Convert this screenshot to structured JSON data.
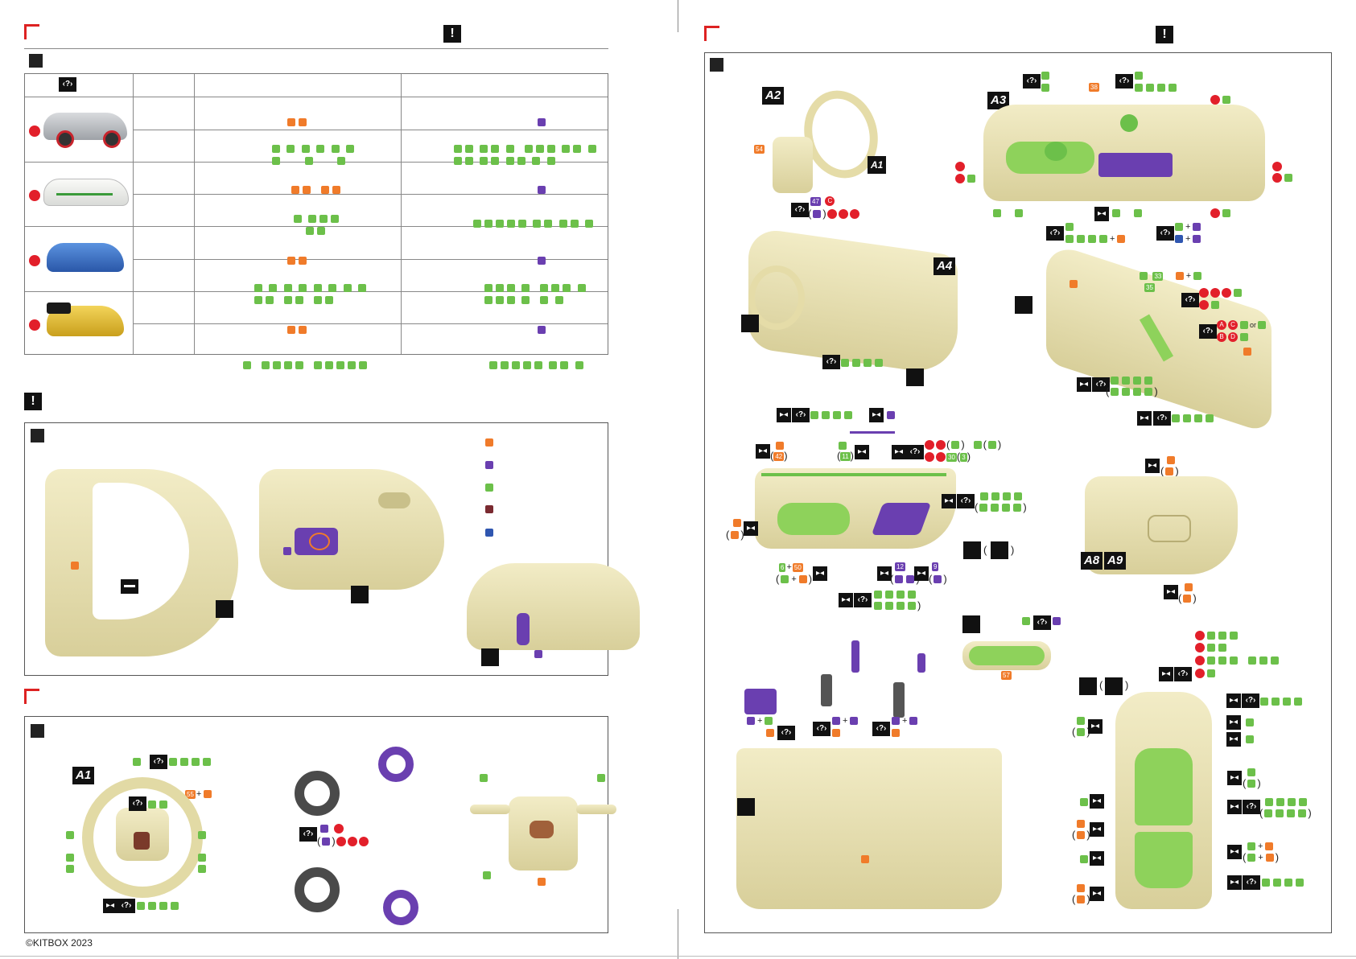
{
  "page": {
    "copyright": "©KITBOX 2023",
    "warn_glyph": "!",
    "query_glyph": "‹?›",
    "mirror_glyph": "▸◂",
    "or_text": "or",
    "plus": "+"
  },
  "colors": {
    "green": "#6cc04a",
    "orange": "#f07b2a",
    "purple": "#6a3fb0",
    "red": "#e21f2a",
    "maroon": "#7a2a30",
    "blue": "#2f56b0",
    "beige": "#e9e2b4"
  },
  "left": {
    "spec_table": {
      "cars": [
        {
          "name": "car-gray-red-wheels",
          "body": "#bfc2c6",
          "accent": "#c8242c"
        },
        {
          "name": "car-white-green",
          "body": "#f1f1ef",
          "accent": "#3a9a3a"
        },
        {
          "name": "car-blue",
          "body": "#3a72c8",
          "accent": "#1b2f66"
        },
        {
          "name": "car-yellow-black",
          "body": "#e9c435",
          "accent": "#1a1a1a"
        }
      ]
    },
    "step3": {
      "labels": [
        "A1"
      ],
      "numbers": [
        "55"
      ]
    },
    "legend": [
      "orange",
      "purple",
      "green",
      "maroon",
      "blue"
    ]
  },
  "right": {
    "labels": [
      "A2",
      "A1",
      "A3",
      "A4",
      "A8",
      "A9"
    ],
    "numbers": [
      "54",
      "47",
      "38",
      "33",
      "35",
      "42",
      "11",
      "30",
      "3",
      "12",
      "9",
      "6",
      "50",
      "57"
    ],
    "letters": [
      "C",
      "A",
      "C",
      "B",
      "D"
    ]
  }
}
